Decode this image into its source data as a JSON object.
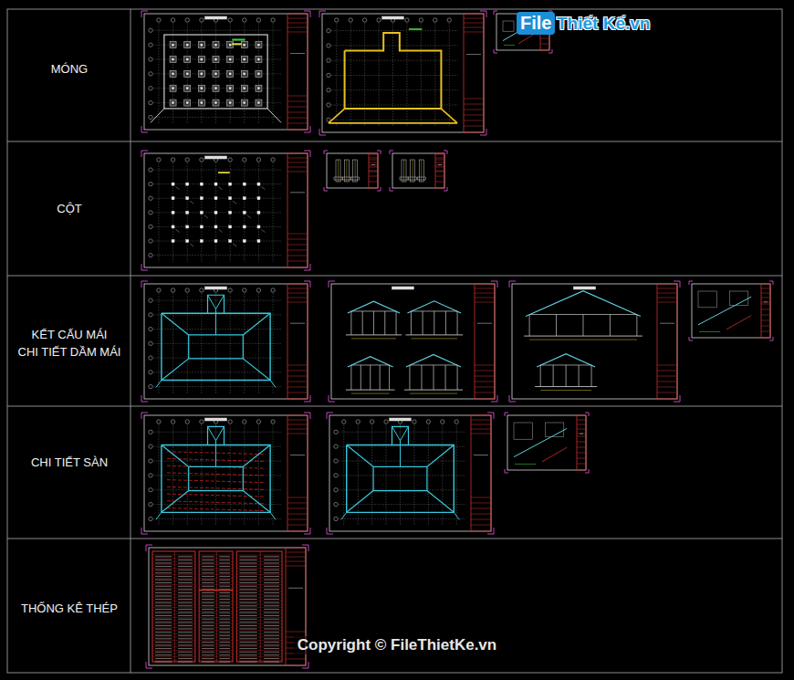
{
  "diagram": {
    "labels": [
      "MÓNG",
      "CỘT",
      "KẾT CẤU MÁI",
      "CHI TIẾT DẦM MÁI",
      "CHI TIẾT SÀN",
      "THỐNG KÊ THÉP",
      "File",
      "Thiết Kế.vn",
      "Copyright © FileThietKe.vn"
    ]
  }
}
